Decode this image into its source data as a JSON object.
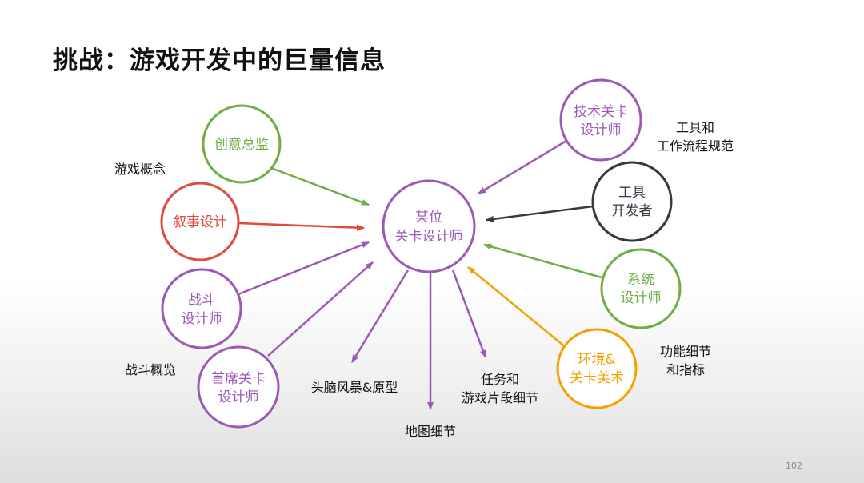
{
  "title": "挑战：游戏开发中的巨量信息",
  "page_number": "102",
  "colors": {
    "green": "#70ad47",
    "red": "#e04a3a",
    "purple": "#9b59b6",
    "dark": "#333a44",
    "orange": "#f2a100"
  },
  "nodes": {
    "center": {
      "lines": [
        "某位",
        "关卡设计师"
      ],
      "color": "#9b59b6"
    },
    "creative": {
      "lines": [
        "创意总监"
      ],
      "color": "#70ad47"
    },
    "narrative": {
      "lines": [
        "叙事设计"
      ],
      "color": "#e04a3a"
    },
    "combat": {
      "lines": [
        "战斗",
        "设计师"
      ],
      "color": "#9b59b6"
    },
    "lead": {
      "lines": [
        "首席关卡",
        "设计师"
      ],
      "color": "#9b59b6"
    },
    "tech": {
      "lines": [
        "技术关卡",
        "设计师"
      ],
      "color": "#9b59b6"
    },
    "tooldev": {
      "lines": [
        "工具",
        "开发者"
      ],
      "color": "#333a44"
    },
    "system": {
      "lines": [
        "系统",
        "设计师"
      ],
      "color": "#70ad47"
    },
    "env": {
      "lines": [
        "环境&",
        "关卡美术"
      ],
      "color": "#f2a100"
    }
  },
  "labels": {
    "game_concept": "游戏概念",
    "combat_overview": "战斗概览",
    "tools_workflow": [
      "工具和",
      "工作流程规范"
    ],
    "function_detail": [
      "功能细节",
      "和指标"
    ],
    "brainstorm": "头脑风暴&原型",
    "map_detail": "地图细节",
    "tasks": [
      "任务和",
      "游戏片段细节"
    ]
  }
}
